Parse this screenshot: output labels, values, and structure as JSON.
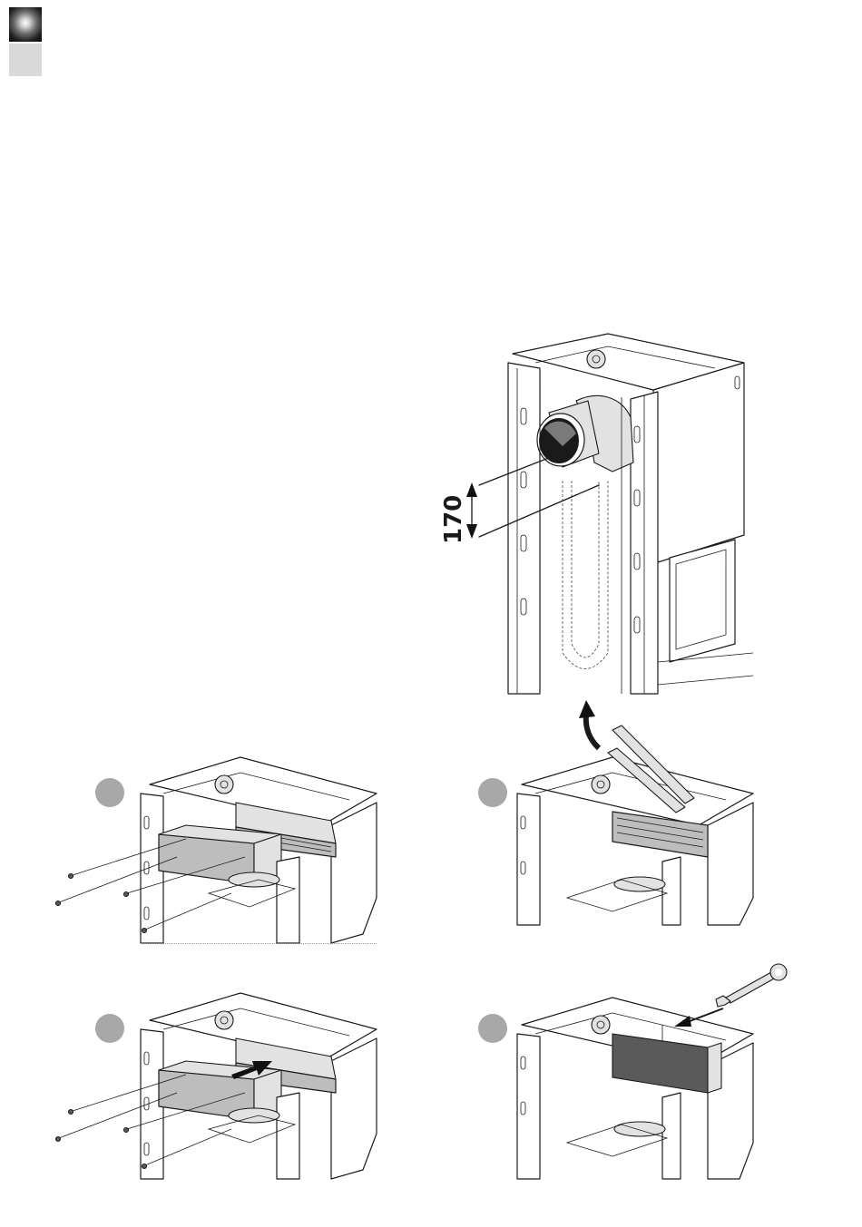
{
  "page": {
    "tabs": [
      {
        "name": "chapter-tab-dark",
        "color": "#1e1e1e"
      },
      {
        "name": "chapter-tab-light",
        "color": "#d9d9d9"
      }
    ],
    "step_circle_color": "#a8a8a8"
  },
  "main_figure": {
    "dimension_value": "170",
    "dimension_unit": ""
  },
  "steps": [
    {
      "label": "",
      "action": "unscrew-and-remove-cover"
    },
    {
      "label": "",
      "action": "lift-out-filter"
    },
    {
      "label": "",
      "action": "slide-in-cover"
    },
    {
      "label": "",
      "action": "tighten-with-wrench"
    }
  ]
}
